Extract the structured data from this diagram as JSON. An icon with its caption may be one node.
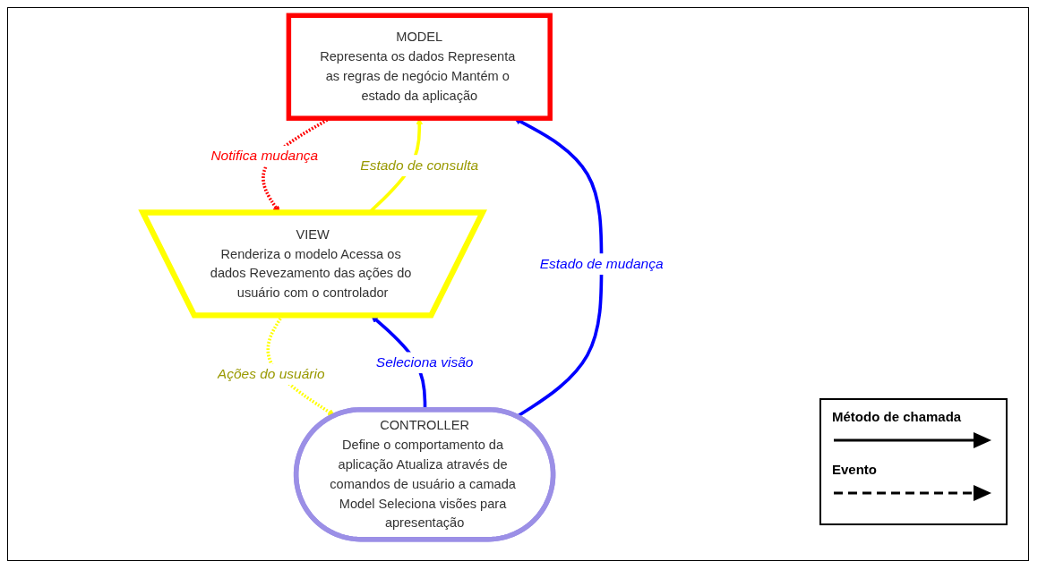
{
  "diagram": {
    "nodes": [
      {
        "text": [
          "MODEL",
          "Representa os dados Representa as regras de negócio Mantém o estado da aplicação"
        ]
      },
      {
        "text": [
          "VIEW",
          "Renderiza o modelo Acessa os dados Revezamento das ações do usuário com o controlador"
        ]
      },
      {
        "text": [
          "CONTROLLER",
          "Define o comportamento da aplicação Atualiza através de comandos de usuário a camada Model Seleciona visões para apresentação"
        ]
      }
    ],
    "edges": [
      {
        "from": 1,
        "to": 0,
        "arrow": "to",
        "label": "Estado de consulta",
        "color": "#ffff00"
      },
      {
        "from": 0,
        "to": 1,
        "arrow": "to",
        "label": "Notifica mudança",
        "style": "dashed",
        "color": "#ff0000"
      },
      {
        "from": 1,
        "to": 2,
        "arrow": "to",
        "label": "Ações do usuário",
        "style": "dashed",
        "color": "#ffff00"
      },
      {
        "from": 2,
        "to": 1,
        "arrow": "to",
        "label": "Seleciona visão",
        "color": "#0000ff"
      },
      {
        "from": 2,
        "to": 0,
        "arrow": "to",
        "label": "Estado de mudança",
        "color": "#0000ff"
      }
    ],
    "legend": [
      {
        "text": "Método de chamada"
      },
      {
        "text": "Evento"
      }
    ]
  }
}
